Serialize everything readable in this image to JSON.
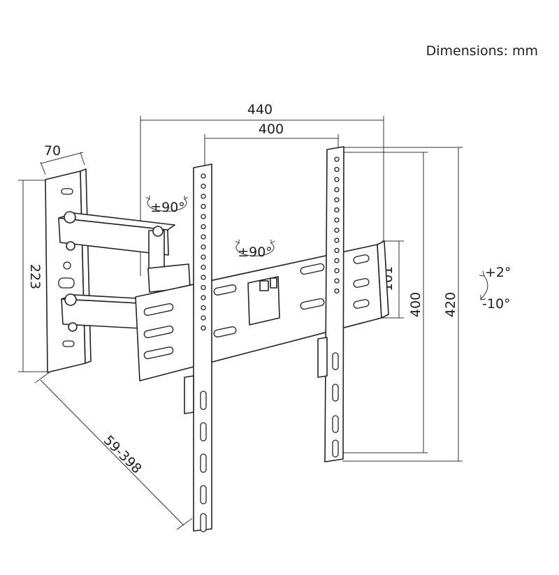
{
  "units_note": "Dimensions: mm",
  "dimensions": {
    "overall_width": "440",
    "hole_width": "400",
    "bracket_depth": "70",
    "wall_plate_height": "223",
    "extension": "59-398",
    "rail_height": "101",
    "hole_height": "400",
    "overall_height": "420"
  },
  "rotation": {
    "arm_swivel": "±90°",
    "plate_swivel": "±90°",
    "tilt_up": "+2°",
    "tilt_down": "-10°"
  }
}
